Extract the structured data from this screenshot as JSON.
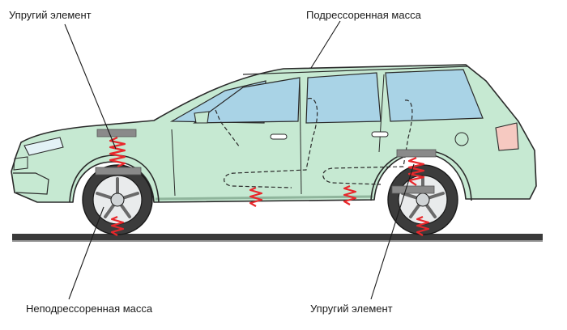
{
  "labels": {
    "spring_top_left": "Упругий элемент",
    "sprung_mass": "Подрессоренная масса",
    "unsprung_mass": "Неподрессоренная масса",
    "spring_bottom_right": "Упругий элемент"
  },
  "colors": {
    "body": "#c6e9d2",
    "glass": "#a9d3e6",
    "spring": "#e8272b",
    "mount_pad": "#8a8a8a",
    "road": "#3a3a3a",
    "tail_light": "#f6c9c1",
    "outline": "#2a2a2a"
  }
}
